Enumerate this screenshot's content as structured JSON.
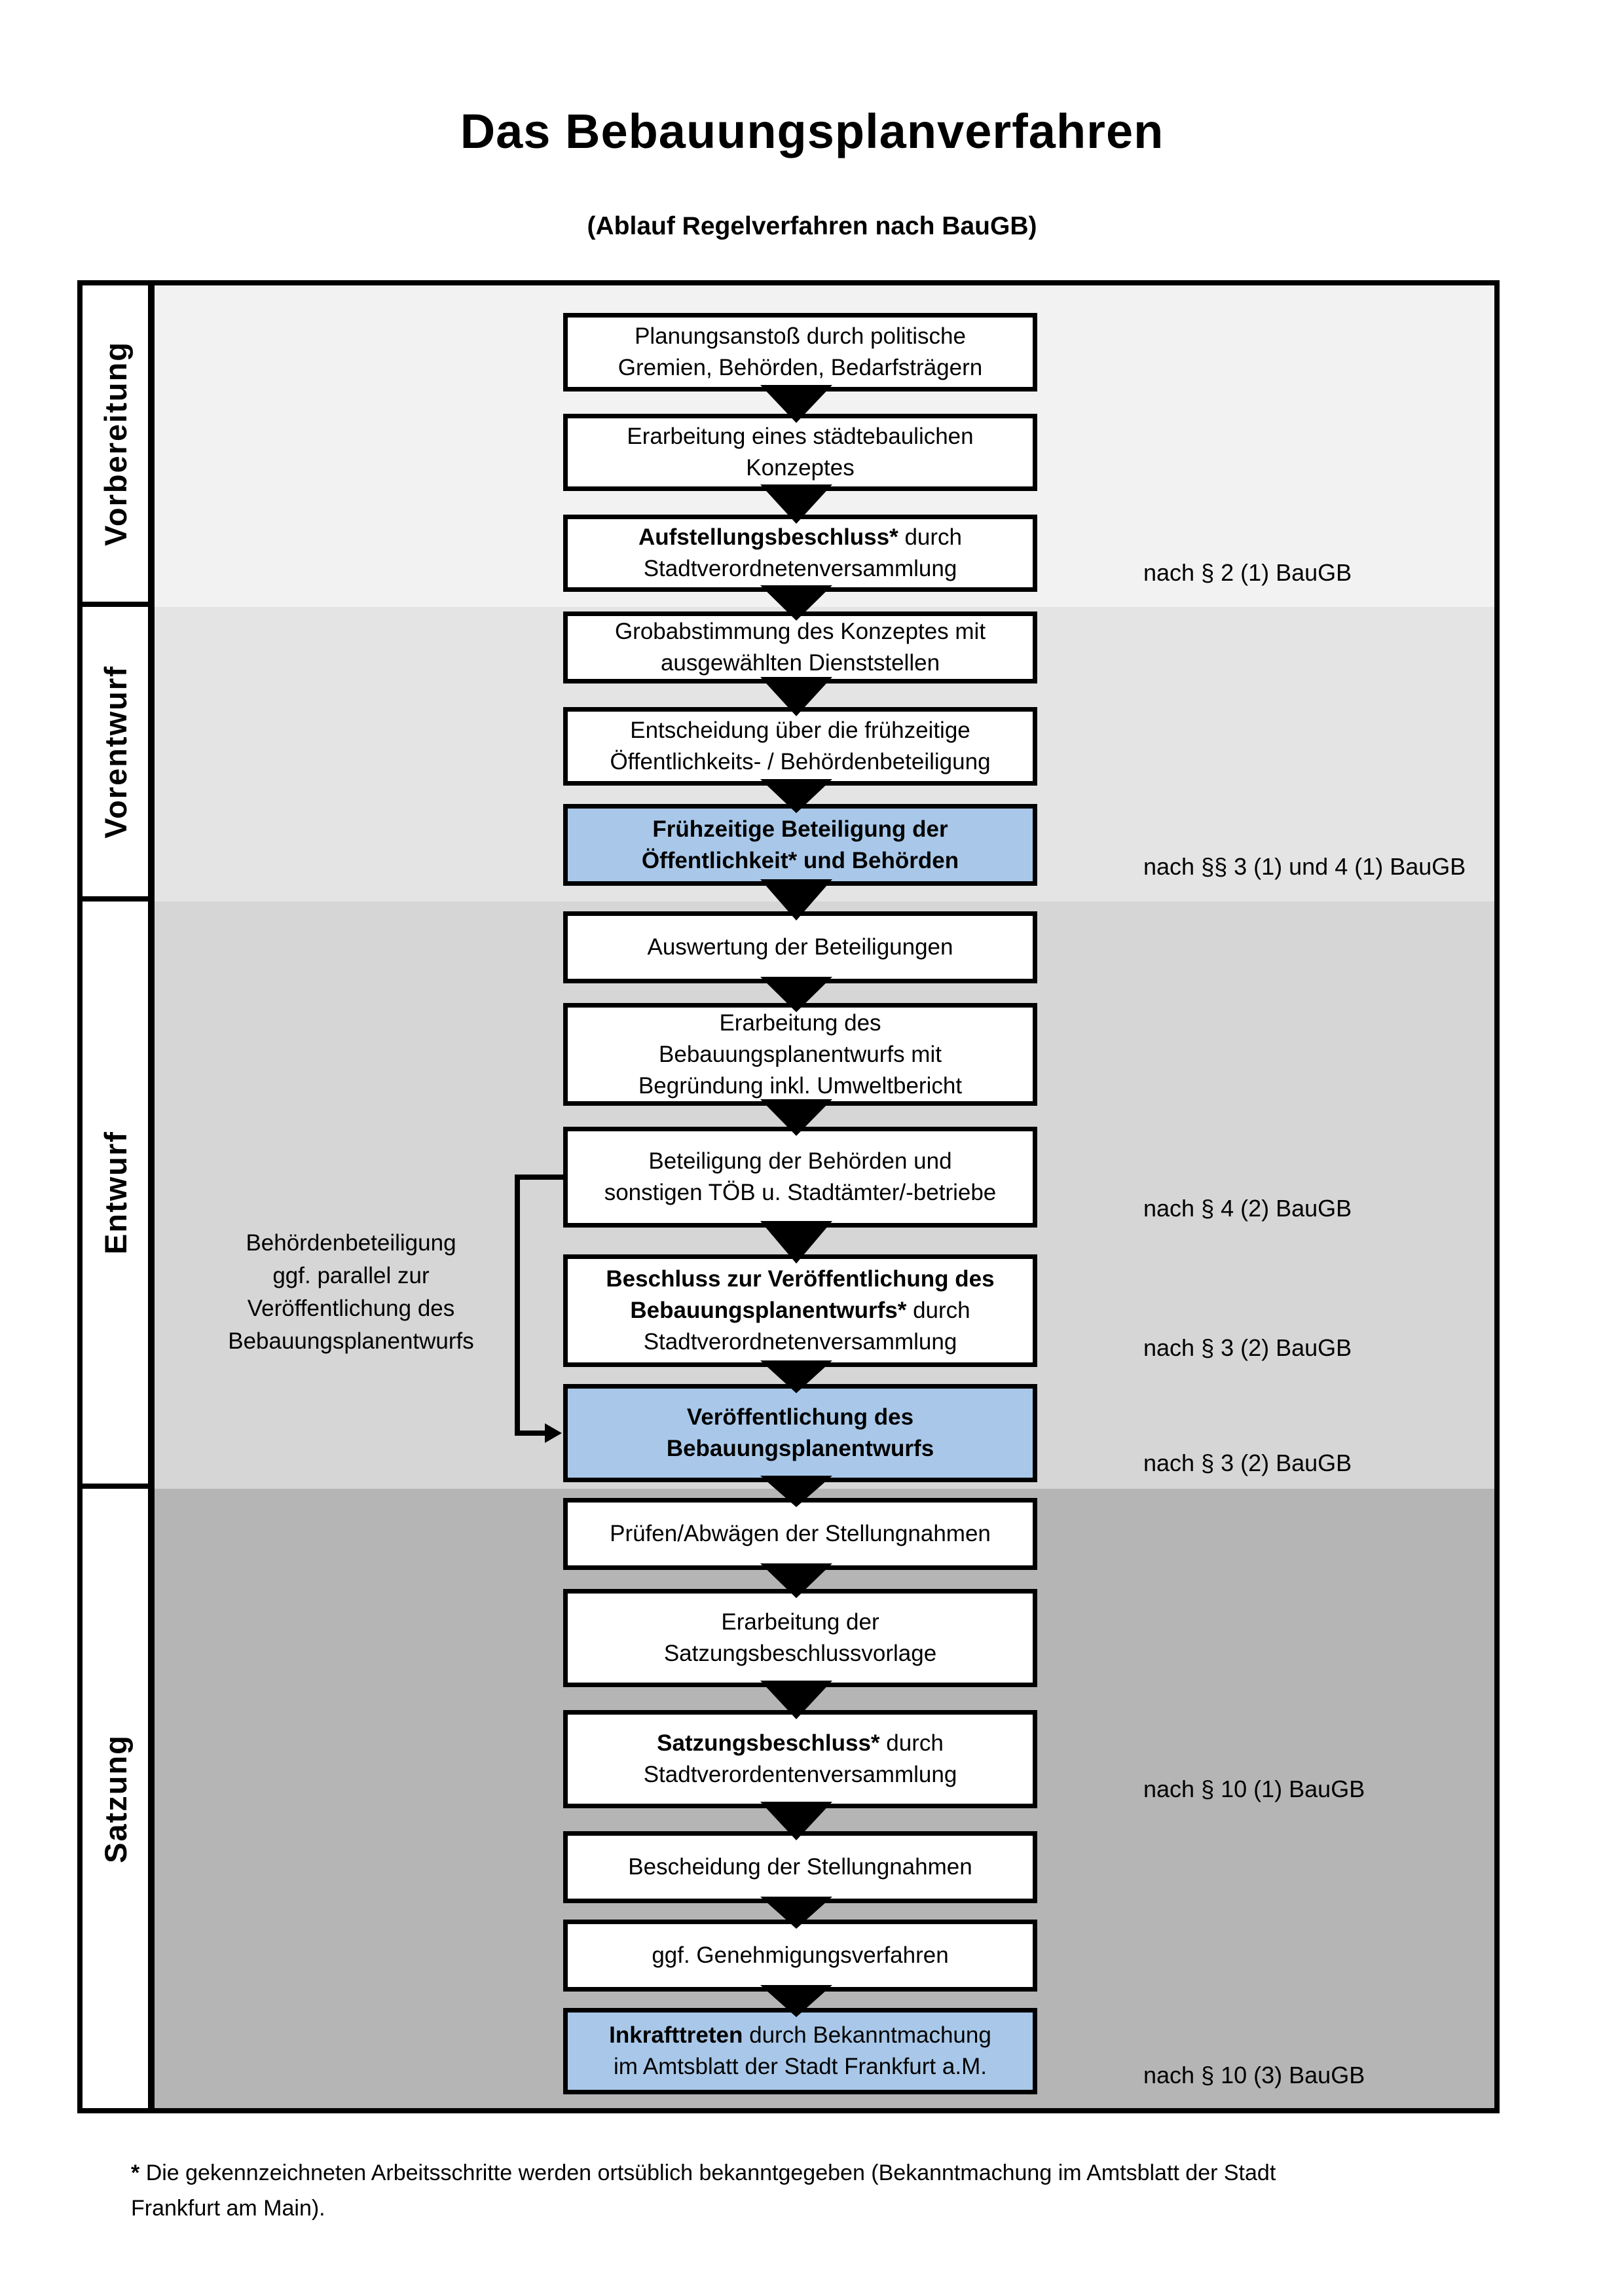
{
  "title": "Das Bebauungsplanverfahren",
  "subtitle": "(Ablauf Regelverfahren nach BauGB)",
  "colors": {
    "highlight_blue": "#a9c8e9",
    "band_vorbereitung": "#f2f2f2",
    "band_vorentwurf": "#e4e4e4",
    "band_entwurf": "#d6d6d6",
    "band_satzung": "#b5b5b5",
    "line_black": "#000000"
  },
  "phases": [
    {
      "id": "vorbereitung",
      "label": "Vorbereitung"
    },
    {
      "id": "vorentwurf",
      "label": "Vorentwurf"
    },
    {
      "id": "entwurf",
      "label": "Entwurf"
    },
    {
      "id": "satzung",
      "label": "Satzung"
    }
  ],
  "boxes": [
    {
      "id": "planungsanstoss",
      "phase": "vorbereitung",
      "highlight": false,
      "lines": [
        {
          "t": "Planungsanstoß durch politische"
        },
        {
          "t": "Gremien, Behörden, Bedarfsträgern"
        }
      ]
    },
    {
      "id": "konzept-erarbeitung",
      "phase": "vorbereitung",
      "highlight": false,
      "lines": [
        {
          "t": "Erarbeitung eines städtebaulichen"
        },
        {
          "t": "Konzeptes"
        }
      ]
    },
    {
      "id": "aufstellungsbeschluss",
      "phase": "vorbereitung",
      "highlight": false,
      "lines": [
        {
          "b": "Aufstellungsbeschluss*",
          "t": " durch"
        },
        {
          "t": "Stadtverordnetenversammlung"
        }
      ]
    },
    {
      "id": "grobabstimmung",
      "phase": "vorentwurf",
      "highlight": false,
      "lines": [
        {
          "t": "Grobabstimmung des Konzeptes mit"
        },
        {
          "t": "ausgewählten Dienststellen"
        }
      ]
    },
    {
      "id": "entscheidung-beteiligung",
      "phase": "vorentwurf",
      "highlight": false,
      "lines": [
        {
          "t": "Entscheidung über die frühzeitige"
        },
        {
          "t": "Öffentlichkeits- / Behördenbeteiligung"
        }
      ]
    },
    {
      "id": "fruehzeitige-beteiligung",
      "phase": "vorentwurf",
      "highlight": true,
      "lines": [
        {
          "b": "Frühzeitige Beteiligung der"
        },
        {
          "b": "Öffentlichkeit* und Behörden"
        }
      ]
    },
    {
      "id": "auswertung",
      "phase": "entwurf",
      "highlight": false,
      "lines": [
        {
          "t": "Auswertung der Beteiligungen"
        }
      ]
    },
    {
      "id": "entwurf-erarbeitung",
      "phase": "entwurf",
      "highlight": false,
      "lines": [
        {
          "t": "Erarbeitung des"
        },
        {
          "t": "Bebauungsplanentwurfs mit"
        },
        {
          "t": "Begründung inkl. Umweltbericht"
        }
      ]
    },
    {
      "id": "behoerdenbeteiligung",
      "phase": "entwurf",
      "highlight": false,
      "lines": [
        {
          "t": "Beteiligung der Behörden und"
        },
        {
          "t": "sonstigen TÖB u. Stadtämter/-betriebe"
        }
      ]
    },
    {
      "id": "veroeffentlichungsbeschluss",
      "phase": "entwurf",
      "highlight": false,
      "lines": [
        {
          "b": "Beschluss zur Veröffentlichung des"
        },
        {
          "b": "Bebauungsplanentwurfs*",
          "t": " durch"
        },
        {
          "t": "Stadtverordnetenversammlung"
        }
      ]
    },
    {
      "id": "veroeffentlichung",
      "phase": "entwurf",
      "highlight": true,
      "lines": [
        {
          "b": "Veröffentlichung des"
        },
        {
          "b": "Bebauungsplanentwurfs"
        }
      ]
    },
    {
      "id": "pruefen-abwaegen",
      "phase": "satzung",
      "highlight": false,
      "lines": [
        {
          "t": "Prüfen/Abwägen der Stellungnahmen"
        }
      ]
    },
    {
      "id": "satzungsvorlage",
      "phase": "satzung",
      "highlight": false,
      "lines": [
        {
          "t": "Erarbeitung der"
        },
        {
          "t": "Satzungsbeschlussvorlage"
        }
      ]
    },
    {
      "id": "satzungsbeschluss",
      "phase": "satzung",
      "highlight": false,
      "lines": [
        {
          "b": "Satzungsbeschluss*",
          "t": " durch"
        },
        {
          "t": "Stadtverordentenversammlung"
        }
      ]
    },
    {
      "id": "bescheidung",
      "phase": "satzung",
      "highlight": false,
      "lines": [
        {
          "t": "Bescheidung der Stellungnahmen"
        }
      ]
    },
    {
      "id": "genehmigungsverfahren",
      "phase": "satzung",
      "highlight": false,
      "lines": [
        {
          "t": "ggf. Genehmigungsverfahren"
        }
      ]
    },
    {
      "id": "inkrafttreten",
      "phase": "satzung",
      "highlight": true,
      "lines": [
        {
          "b": "Inkrafttreten",
          "t": " durch Bekanntmachung"
        },
        {
          "t": "im Amtsblatt der Stadt Frankfurt a.M."
        }
      ]
    }
  ],
  "notes": [
    {
      "box_index": 2,
      "text": "nach § 2 (1) BauGB"
    },
    {
      "box_index": 5,
      "text": "nach §§ 3 (1) und 4 (1) BauGB"
    },
    {
      "box_index": 8,
      "text": "nach § 4 (2) BauGB"
    },
    {
      "box_index": 9,
      "text": "nach § 3 (2) BauGB"
    },
    {
      "box_index": 10,
      "text": "nach § 3 (2) BauGB"
    },
    {
      "box_index": 13,
      "text": "nach § 10 (1) BauGB"
    },
    {
      "box_index": 16,
      "text": "nach § 10 (3) BauGB"
    }
  ],
  "annotation": {
    "lines": [
      "Behördenbeteiligung",
      "ggf. parallel zur",
      "Veröffentlichung des",
      "Bebauungsplanentwurfs"
    ],
    "from_box_index": 8,
    "to_box_index": 10
  },
  "footnote": {
    "marker": "*",
    "lines": [
      "Die gekennzeichneten Arbeitsschritte werden ortsüblich bekanntgegeben (Bekanntmachung im Amtsblatt  der Stadt",
      "Frankfurt am Main)."
    ]
  }
}
